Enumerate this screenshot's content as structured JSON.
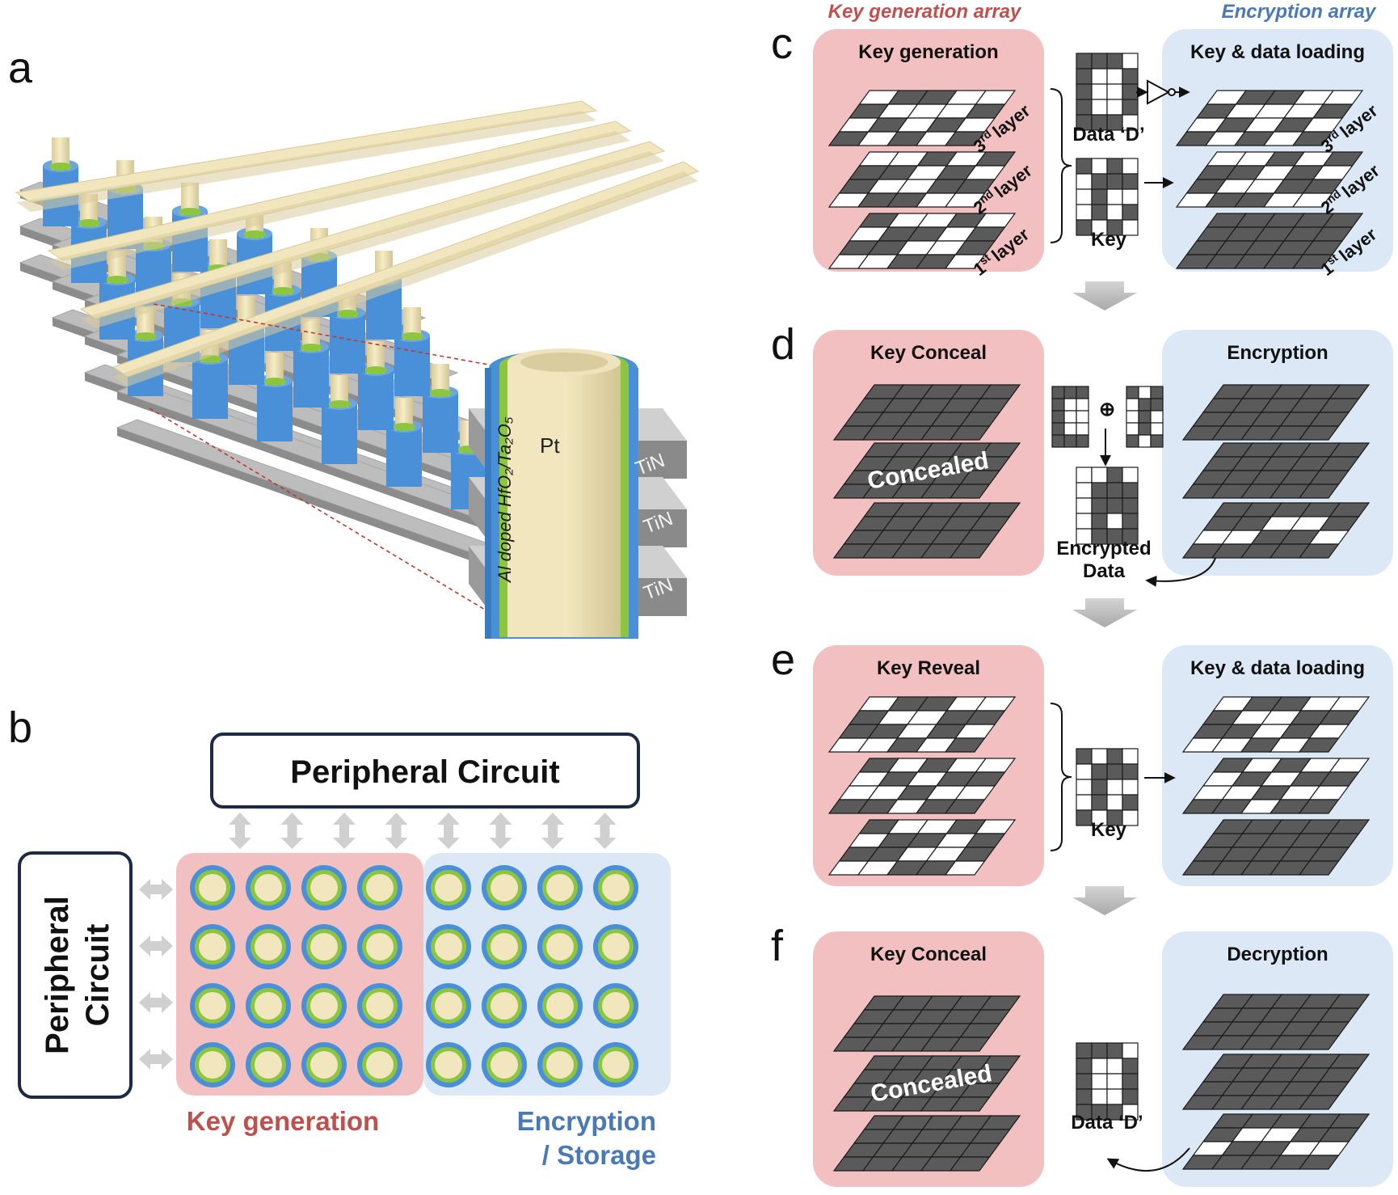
{
  "panel_labels": {
    "a": "a",
    "b": "b",
    "c": "c",
    "d": "d",
    "e": "e",
    "f": "f"
  },
  "headers": {
    "key_generation_array": "Key generation array",
    "encryption_array": "Encryption array"
  },
  "panel_a": {
    "core": "Pt",
    "shell": "Al doped HfO₂/Ta₂O₅",
    "electrode": "TiN"
  },
  "panel_b": {
    "top_box": "Peripheral Circuit",
    "left_box_line1": "Peripheral",
    "left_box_line2": "Circuit",
    "legend_key": "Key generation",
    "legend_enc_line1": "Encryption",
    "legend_enc_line2": "/ Storage"
  },
  "panel_c": {
    "left_title": "Key generation",
    "right_title": "Key & data loading",
    "data_label": "Data ‘D’",
    "key_label": "Key",
    "layers": [
      {
        "n": "1",
        "sup": "st"
      },
      {
        "n": "2",
        "sup": "nd"
      },
      {
        "n": "3",
        "sup": "rd"
      }
    ],
    "layer_word": "layer"
  },
  "panel_d": {
    "left_title": "Key Conceal",
    "right_title": "Encryption",
    "concealed": "Concealed",
    "enc_line1": "Encrypted",
    "enc_line2": "Data"
  },
  "panel_e": {
    "left_title": "Key Reveal",
    "right_title": "Key & data loading",
    "key_label": "Key"
  },
  "panel_f": {
    "left_title": "Key Conceal",
    "right_title": "Decryption",
    "concealed": "Concealed",
    "data_label": "Data ‘D’"
  },
  "colors": {
    "red_panel": "#f2c0c0",
    "blue_panel": "#dce8f5",
    "dark_cell": "#5a5a5a",
    "key_text": "#c0504d",
    "enc_text": "#4a7ab5",
    "electrode_blue": "#4a90d9",
    "electrode_green": "#8cc63f",
    "pillar": "#f1e6bd"
  }
}
